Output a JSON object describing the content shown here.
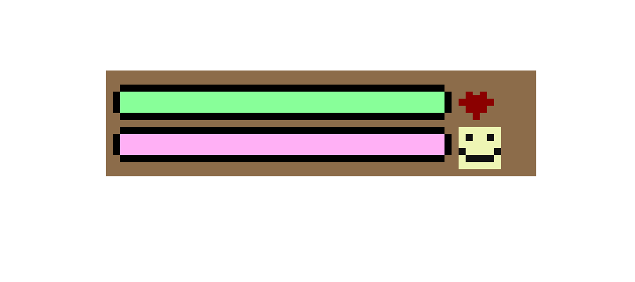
{
  "panel": {
    "background": "#8c6c4a"
  },
  "stats": [
    {
      "name": "health",
      "level": 1.0,
      "fill_color": "#88ff99",
      "icon": "heart-icon",
      "icon_color": "#8b0000"
    },
    {
      "name": "happiness",
      "level": 1.0,
      "fill_color": "#ffb0f5",
      "icon": "smiley-icon",
      "icon_color": "#eef5b4"
    }
  ],
  "outline_color": "#000000"
}
